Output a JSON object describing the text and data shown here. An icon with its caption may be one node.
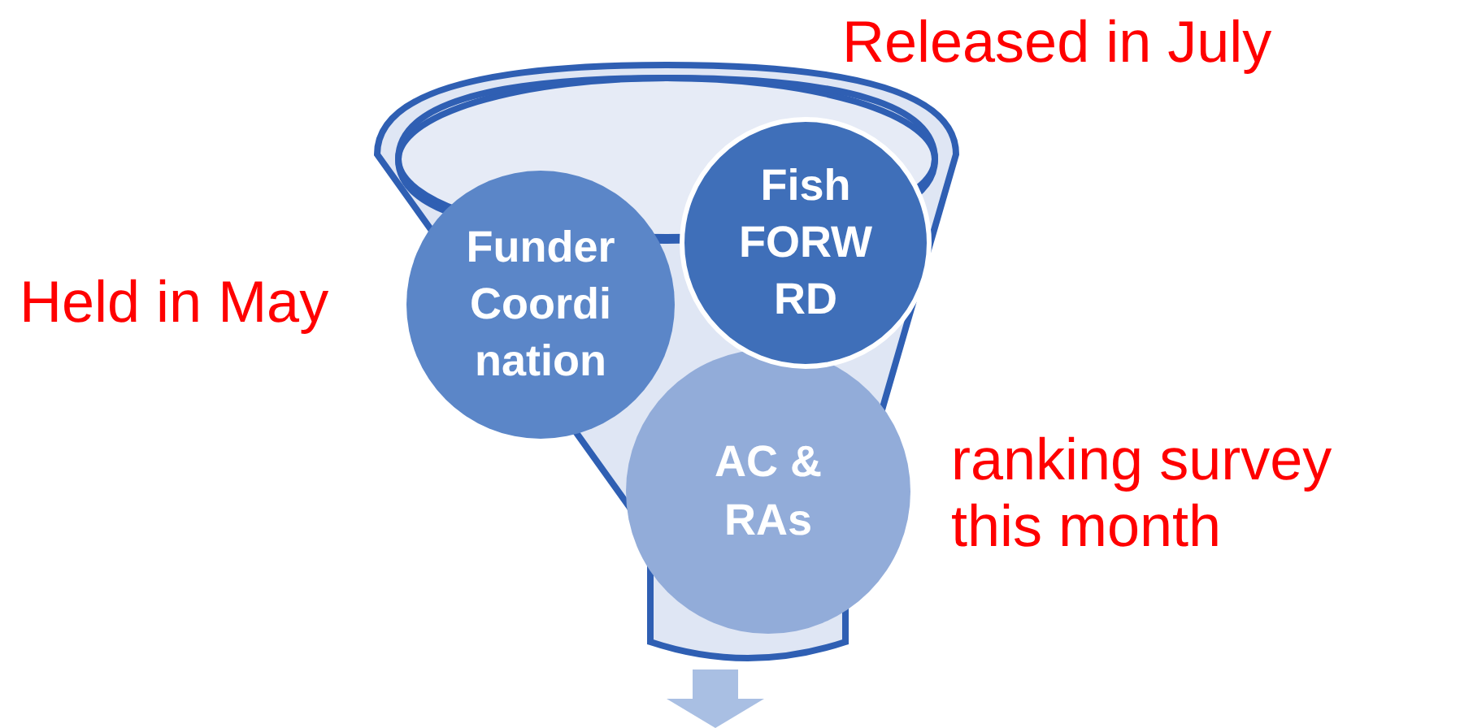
{
  "diagram": {
    "nodes": [
      {
        "text": [
          "Funder Coordi nation"
        ]
      },
      {
        "text": [
          "Fish FORW RD"
        ]
      },
      {
        "text": [
          "AC & RAs"
        ]
      }
    ],
    "labels": [
      "Released in July",
      "Held in May",
      "ranking survey this month"
    ]
  }
}
